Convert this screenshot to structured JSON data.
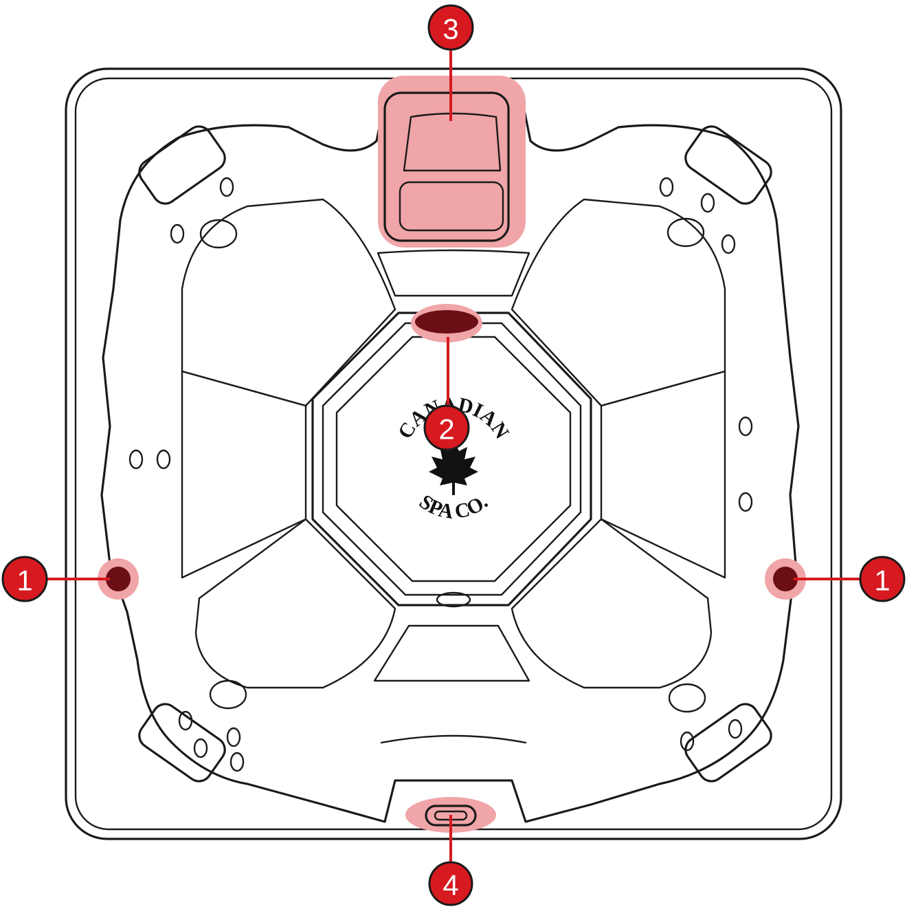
{
  "colors": {
    "callout": "#d71920",
    "highlight": "#f0a5a8",
    "fixture": "#6b0f14",
    "outline": "#1a1a1a"
  },
  "logo": {
    "line1": "CANADIAN",
    "line2": "SPA CO."
  },
  "callouts": {
    "jet_left": "1",
    "jet_right": "1",
    "light": "2",
    "pillow": "3",
    "drain": "4"
  },
  "icons": [
    "maple-leaf-icon"
  ]
}
